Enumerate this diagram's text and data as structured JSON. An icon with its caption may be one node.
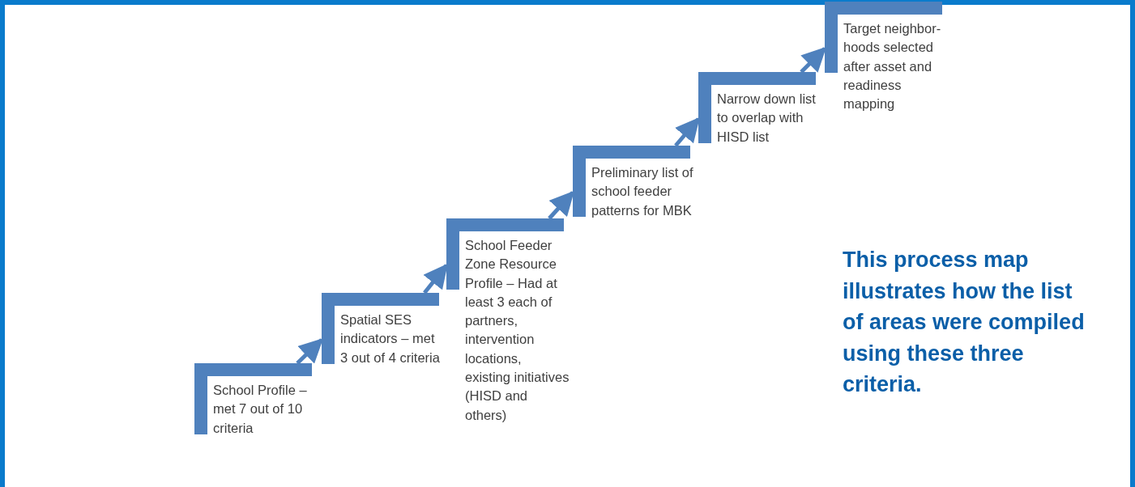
{
  "diagram": {
    "caption": "This process map illustrates how the list of areas were compiled using these three criteria.",
    "nodes": [
      {
        "text": [
          "School Profile – met 7 out of 10 criteria"
        ]
      },
      {
        "text": [
          "Spatial SES indicators – met 3 out of 4 criteria"
        ]
      },
      {
        "text": [
          "School Feeder Zone Resource Profile – Had at least 3 each of partners, intervention locations, existing initiatives (HISD and others)"
        ]
      },
      {
        "text": [
          "Preliminary list of school feeder patterns for MBK"
        ]
      },
      {
        "text": [
          "Narrow down list to overlap with HISD list"
        ]
      },
      {
        "text": [
          "Target neighbor-hoods selected after asset and readiness mapping"
        ]
      }
    ],
    "edges": [
      {
        "from": 0,
        "to": 1,
        "arrow": "to"
      },
      {
        "from": 1,
        "to": 2,
        "arrow": "to"
      },
      {
        "from": 2,
        "to": 3,
        "arrow": "to"
      },
      {
        "from": 3,
        "to": 4,
        "arrow": "to"
      },
      {
        "from": 4,
        "to": 5,
        "arrow": "to"
      }
    ]
  }
}
